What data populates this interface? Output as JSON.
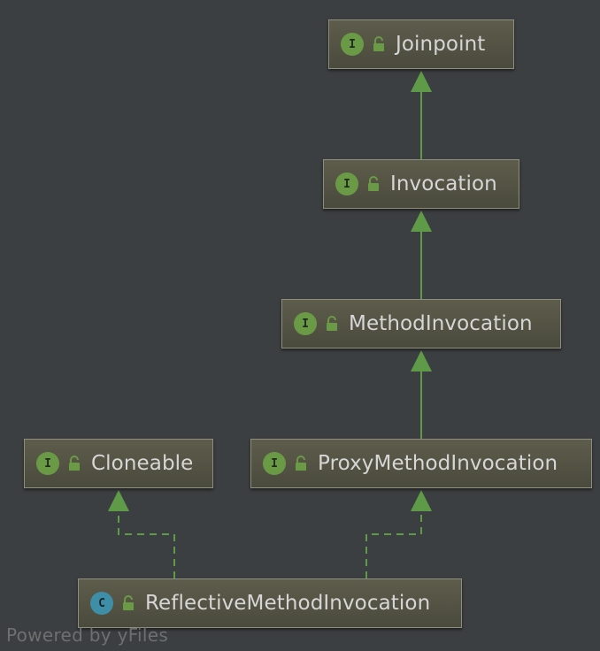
{
  "diagram": {
    "nodes": [
      {
        "id": "joinpoint",
        "kind": "interface",
        "badge": "I",
        "label": "Joinpoint"
      },
      {
        "id": "invocation",
        "kind": "interface",
        "badge": "I",
        "label": "Invocation"
      },
      {
        "id": "method-invocation",
        "kind": "interface",
        "badge": "I",
        "label": "MethodInvocation"
      },
      {
        "id": "cloneable",
        "kind": "interface",
        "badge": "I",
        "label": "Cloneable"
      },
      {
        "id": "proxy-method-invocation",
        "kind": "interface",
        "badge": "I",
        "label": "ProxyMethodInvocation"
      },
      {
        "id": "reflective-method-invocation",
        "kind": "class",
        "badge": "C",
        "label": "ReflectiveMethodInvocation"
      }
    ],
    "edges": [
      {
        "from": "invocation",
        "to": "joinpoint",
        "type": "extends"
      },
      {
        "from": "method-invocation",
        "to": "invocation",
        "type": "extends"
      },
      {
        "from": "proxy-method-invocation",
        "to": "method-invocation",
        "type": "extends"
      },
      {
        "from": "reflective-method-invocation",
        "to": "cloneable",
        "type": "implements"
      },
      {
        "from": "reflective-method-invocation",
        "to": "proxy-method-invocation",
        "type": "implements"
      }
    ]
  },
  "colors": {
    "background": "#3c3f41",
    "edge": "#5f9a48",
    "interface_badge": "#6b9a47",
    "class_badge": "#3f8ea7",
    "label": "#d6d6d6"
  },
  "icons": {
    "lock": "open-lock-icon"
  },
  "footer": {
    "text": "Powered by yFiles"
  }
}
